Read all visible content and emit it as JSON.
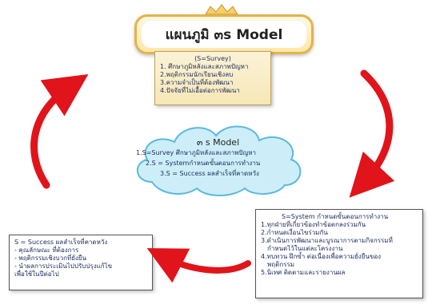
{
  "title": "แผนภูมิ ๓s Model",
  "survey": {
    "heading": "(S=Survey)",
    "items": [
      "1. ศึกษาภูมิหลังและสภาพปัญหา",
      "2.พฤติกรรมนักเรียนเชิงลบ",
      "3.ความจำเป็นที่ต้องพัฒนา",
      "4.ปัจจัยที่ไม่เอื้อต่อการพัฒนา"
    ]
  },
  "cloud": {
    "title": "๓ s Model",
    "lines": [
      "1.S=Survey ศึกษาภูมิหลังและสภาพปัญหา",
      "2.S = Systemกำหนดขั้นตอนการทำงาน",
      "3.S = Success ผลสำเร็จที่คาดหวัง"
    ]
  },
  "system": {
    "heading": "S=System กำหนดขั้นตอนการทำงาน",
    "items": [
      "1.ทุกฝ่ายที่เกี่ยวข้องทำข้อตกลงร่วมกัน",
      "2.กำหนดเงื่อนไขร่วมกัน",
      "3.ดำเนินการพัฒนาและบูรณาการตามกิจกรรมที่",
      "กำหนดไว้ในแต่ละโครงงาน",
      "4.ทบทวน ฝึกซ้ำ ต่อเนื่องเพื่อความยั่งยืนของ",
      "พฤติกรรม",
      "5.นิเทศ ติดตามและรายงานผล"
    ]
  },
  "success": {
    "heading": "S = Success   ผลสำเร็จที่คาดหวัง",
    "items": [
      "- คุณลักษณะ ที่ต้องการ",
      "- พฤติกรรมเชิงบวกที่ยั่งยืน",
      "- นำผลการประเมินไปปรับปรุงแก้ไข",
      "เพื่อใช้ในปีต่อไป"
    ]
  },
  "colors": {
    "arrow": "#e0141a",
    "cloud": "#cdeef8",
    "cloud_border": "#5bb9dd",
    "title_border": "#e2b44a"
  }
}
